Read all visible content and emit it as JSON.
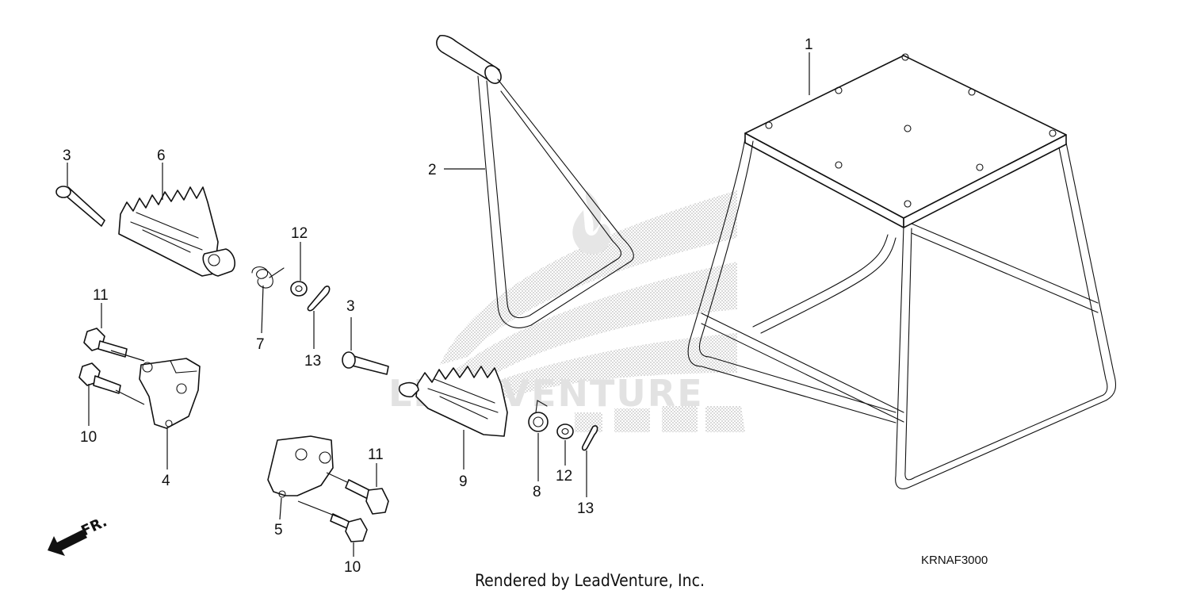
{
  "diagram": {
    "code": "KRNAF3000",
    "credit": "Rendered by LeadVenture, Inc.",
    "direction_label": "FR.",
    "watermark": "LEADVENTURE"
  },
  "callouts": {
    "c1": "1",
    "c2": "2",
    "c3a": "3",
    "c3b": "3",
    "c4": "4",
    "c5": "5",
    "c6": "6",
    "c7": "7",
    "c8": "8",
    "c9": "9",
    "c10a": "10",
    "c10b": "10",
    "c11a": "11",
    "c11b": "11",
    "c12a": "12",
    "c12b": "12",
    "c13a": "13",
    "c13b": "13"
  },
  "parts": [
    {
      "ref": "1",
      "name": "stand"
    },
    {
      "ref": "2",
      "name": "side-stand"
    },
    {
      "ref": "3",
      "name": "footpeg-pin"
    },
    {
      "ref": "4",
      "name": "left-footpeg-bracket"
    },
    {
      "ref": "5",
      "name": "right-footpeg-bracket"
    },
    {
      "ref": "6",
      "name": "left-footpeg"
    },
    {
      "ref": "7",
      "name": "left-footpeg-spring"
    },
    {
      "ref": "8",
      "name": "right-footpeg-spring"
    },
    {
      "ref": "9",
      "name": "right-footpeg"
    },
    {
      "ref": "10",
      "name": "bolt"
    },
    {
      "ref": "11",
      "name": "bolt"
    },
    {
      "ref": "12",
      "name": "washer"
    },
    {
      "ref": "13",
      "name": "cotter-pin"
    }
  ]
}
